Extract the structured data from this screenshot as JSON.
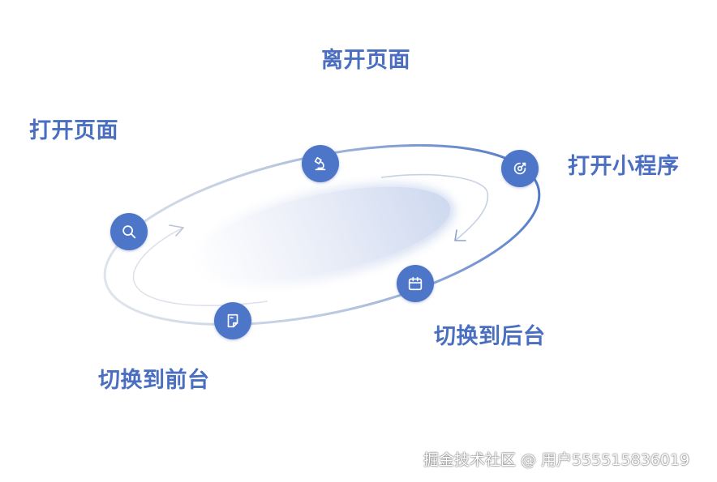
{
  "labels": {
    "leave_page": "离开页面",
    "open_page": "打开页面",
    "open_mini_program": "打开小程序",
    "switch_background": "切换到后台",
    "switch_foreground": "切换到前台"
  },
  "watermark": "掘金技术社区 @ 用户555515836019",
  "colors": {
    "accent": "#4e76c8",
    "label": "#4a6fc0",
    "orbit_start": "#dfe5ee",
    "orbit_end": "#4e76c8",
    "center_fill": "#cfd9ef"
  },
  "icons": {
    "top": "microscope-icon",
    "right": "radar-icon",
    "left": "search-icon",
    "bottom_right": "calendar-icon",
    "bottom": "document-icon"
  }
}
